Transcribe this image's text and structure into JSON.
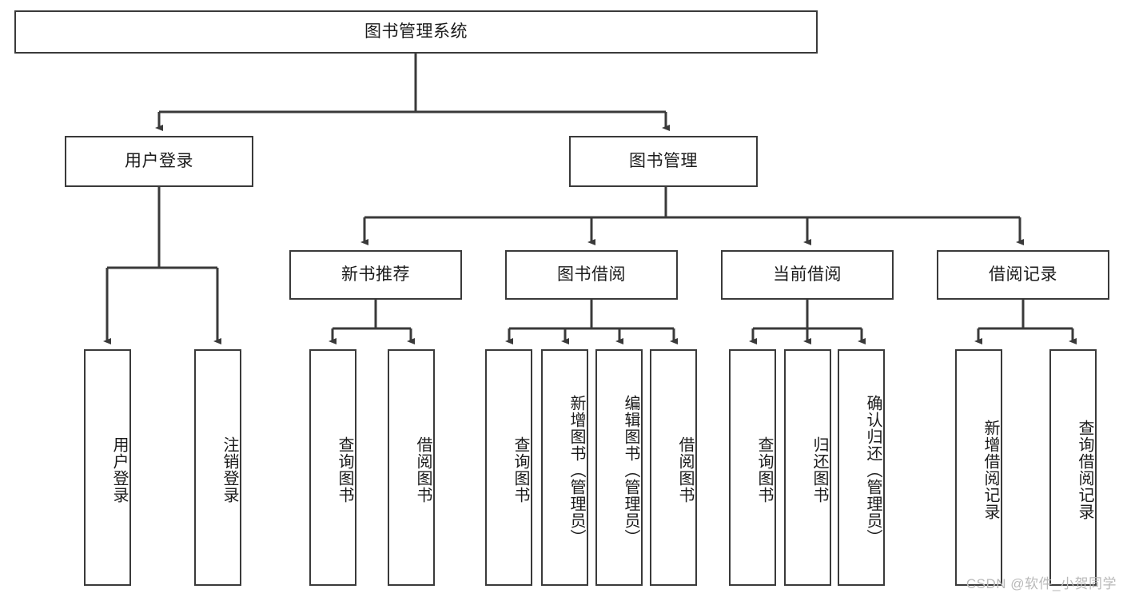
{
  "diagram": {
    "title": "图书管理系统",
    "type": "tree",
    "root": {
      "id": "root",
      "label": "图书管理系统",
      "orientation": "horizontal"
    },
    "level2": [
      {
        "id": "user-login",
        "label": "用户登录",
        "orientation": "horizontal"
      },
      {
        "id": "book-manage",
        "label": "图书管理",
        "orientation": "horizontal"
      }
    ],
    "level3": [
      {
        "id": "new-book-recommend",
        "label": "新书推荐",
        "parent": "book-manage",
        "orientation": "horizontal"
      },
      {
        "id": "book-borrow",
        "label": "图书借阅",
        "parent": "book-manage",
        "orientation": "horizontal"
      },
      {
        "id": "current-borrow",
        "label": "当前借阅",
        "parent": "book-manage",
        "orientation": "horizontal"
      },
      {
        "id": "borrow-record",
        "label": "借阅记录",
        "parent": "book-manage",
        "orientation": "horizontal"
      }
    ],
    "leaves": [
      {
        "id": "leaf-user-login",
        "label": "用户登录",
        "parent": "user-login",
        "orientation": "vertical"
      },
      {
        "id": "leaf-user-logout",
        "label": "注销登录",
        "parent": "user-login",
        "orientation": "vertical"
      },
      {
        "id": "leaf-query-book-1",
        "label": "查询图书",
        "parent": "new-book-recommend",
        "orientation": "vertical"
      },
      {
        "id": "leaf-borrow-book-1",
        "label": "借阅图书",
        "parent": "new-book-recommend",
        "orientation": "vertical"
      },
      {
        "id": "leaf-query-book-2",
        "label": "查询图书",
        "parent": "book-borrow",
        "orientation": "vertical"
      },
      {
        "id": "leaf-add-book",
        "label": "新增图书（管理员）",
        "parent": "book-borrow",
        "orientation": "vertical"
      },
      {
        "id": "leaf-edit-book",
        "label": "编辑图书（管理员）",
        "parent": "book-borrow",
        "orientation": "vertical"
      },
      {
        "id": "leaf-borrow-book-2",
        "label": "借阅图书",
        "parent": "book-borrow",
        "orientation": "vertical"
      },
      {
        "id": "leaf-query-book-3",
        "label": "查询图书",
        "parent": "current-borrow",
        "orientation": "vertical"
      },
      {
        "id": "leaf-return-book",
        "label": "归还图书",
        "parent": "current-borrow",
        "orientation": "vertical"
      },
      {
        "id": "leaf-confirm-return",
        "label": "确认归还（管理员）",
        "parent": "current-borrow",
        "orientation": "vertical"
      },
      {
        "id": "leaf-add-record",
        "label": "新增借阅记录",
        "parent": "borrow-record",
        "orientation": "vertical"
      },
      {
        "id": "leaf-query-record",
        "label": "查询借阅记录",
        "parent": "borrow-record",
        "orientation": "vertical"
      }
    ],
    "watermark": "CSDN @软件_小贺同学",
    "colors": {
      "stroke": "#3a3a3a",
      "fill": "#ffffff",
      "text": "#1b1b1b",
      "watermark": "#b9b9b9"
    }
  }
}
